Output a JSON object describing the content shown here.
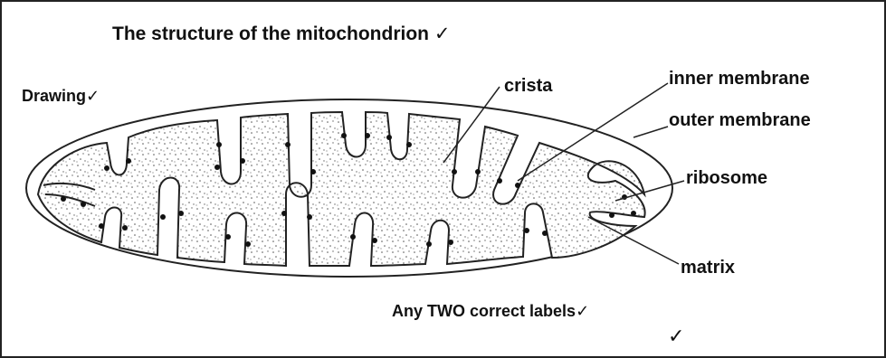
{
  "diagram": {
    "title": "The structure of the mitochondrion",
    "check_mark": "✓",
    "drawing_label": "Drawing",
    "labels": {
      "crista": "crista",
      "inner_membrane": "inner membrane",
      "outer_membrane": "outer membrane",
      "ribosome": "ribosome",
      "matrix": "matrix"
    },
    "note": "Any TWO correct labels"
  }
}
